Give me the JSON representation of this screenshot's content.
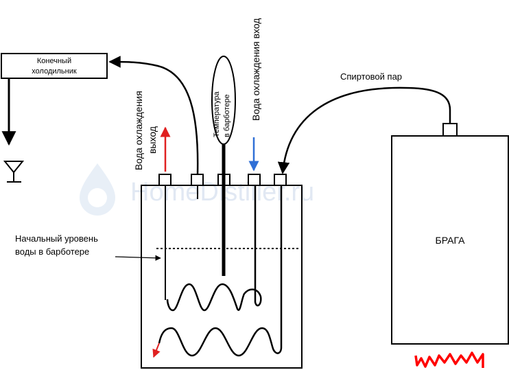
{
  "labels": {
    "final_condenser": [
      "Конечный",
      "холодильник"
    ],
    "water_out": [
      "Вода охлаждения",
      "выход"
    ],
    "thermometer": [
      "Температура",
      "в барботере"
    ],
    "water_in": "Вода охлаждения вход",
    "spirit_vapor": "Спиртовой пар",
    "mash": "БРАГА",
    "initial_level": [
      "Начальный уровень",
      "воды в барботере"
    ]
  },
  "watermark": "HomeDistiller.ru",
  "colors": {
    "line": "#000000",
    "water_out_arrow": "#e02020",
    "water_in_arrow": "#2f6fd6",
    "fire": "#ff0000",
    "watermark": "#c9d7ea"
  },
  "icons": [
    "wine-glass-icon",
    "watermark-drop-icon",
    "fire-scribble-icon"
  ]
}
